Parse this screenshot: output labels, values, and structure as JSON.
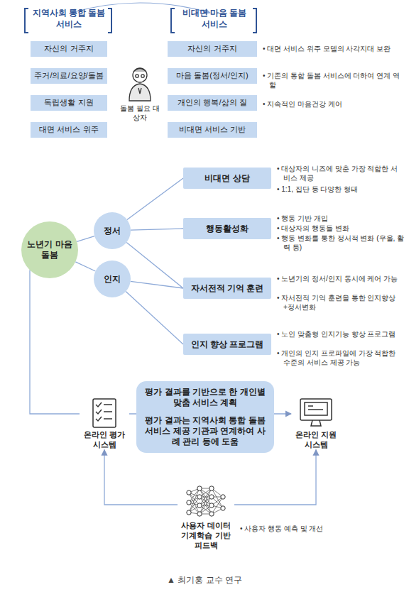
{
  "diagram": {
    "caption": "▲ 최기홍 교수 연구",
    "nodes": [
      {
        "text": [
          "자신의 거주지"
        ]
      },
      {
        "text": [
          "주거/의료/요양/돌봄"
        ]
      },
      {
        "text": [
          "독립생활 지원"
        ]
      },
      {
        "text": [
          "대면 서비스 위주"
        ]
      },
      {
        "text": [
          "자신의 거주지"
        ]
      },
      {
        "text": [
          "마음 돌봄(정서/인지)"
        ]
      },
      {
        "text": [
          "개인의 행복/삶의 질"
        ]
      },
      {
        "text": [
          "비대면 서비스 기반"
        ]
      },
      {
        "text": [
          "비대면 상담"
        ]
      },
      {
        "text": [
          "정서"
        ]
      },
      {
        "text": [
          "행동활성화"
        ]
      },
      {
        "text": [
          "노년기 마음 돌봄"
        ]
      },
      {
        "text": [
          "인지"
        ]
      },
      {
        "text": [
          "자서전적 기억 훈련"
        ]
      },
      {
        "text": [
          "인지 향상 프로그램"
        ]
      },
      {
        "text": [
          "온라인 평가 시스템"
        ]
      },
      {
        "text": [
          "평가 결과를 기반으로 한 개인별 맞춤 서비스 계획",
          "평가 결과는 지역사회 통합 돌봄 서비스 제공 기관과 연계하여 사례 관리 등에 도움"
        ]
      },
      {
        "text": [
          "온라인 지원 시스템"
        ]
      },
      {
        "text": [
          "사용자 데이터 기계학습 기반 피드백"
        ]
      }
    ],
    "edges": [
      {
        "from": 11,
        "to": 9,
        "arrow": "none"
      },
      {
        "from": 11,
        "to": 12,
        "arrow": "none"
      },
      {
        "from": 9,
        "to": 8,
        "arrow": "none"
      },
      {
        "from": 9,
        "to": 10,
        "arrow": "none"
      },
      {
        "from": 9,
        "to": 13,
        "arrow": "none"
      },
      {
        "from": 12,
        "to": 13,
        "arrow": "none"
      },
      {
        "from": 12,
        "to": 14,
        "arrow": "none"
      },
      {
        "from": 11,
        "to": 15,
        "arrow": "none"
      },
      {
        "from": 15,
        "to": 17,
        "arrow": "to"
      },
      {
        "from": 18,
        "to": 15,
        "arrow": "to"
      },
      {
        "from": 18,
        "to": 17,
        "arrow": "to"
      }
    ],
    "labels": [
      "지역사회 통합 돌봄 서비스",
      "비대면 마음 돌봄 서비스",
      "돌봄 필요 대상자",
      "• 대면 서비스 위주 모델의 사각지대 보완",
      "• 기존의 통합 돌봄 서비스에 더하여 연계 역할",
      "• 지속적인 마음건강 케어",
      "• 대상자의 니즈에 맞춘 가장 적합한 서비스 제공",
      "• 1:1, 집단 등 다양한 형태",
      "• 행동 기반 개입",
      "• 대상자의 행동들 변화",
      "• 행동 변화를 통한 정서적 변화 (우울, 활력 등)",
      "• 노년기의 정서/인지 동시에 케어 가능",
      "• 자서전적 기억 훈련을 통한 인지향상+정서변화",
      "• 노인 맞춤형 인지기능 향상 프로그램",
      "• 개인의 인지 프로파일에 가장 적합한 수준의 서비스 제공 가능",
      "• 사용자 행동 예측 및 개선"
    ]
  }
}
